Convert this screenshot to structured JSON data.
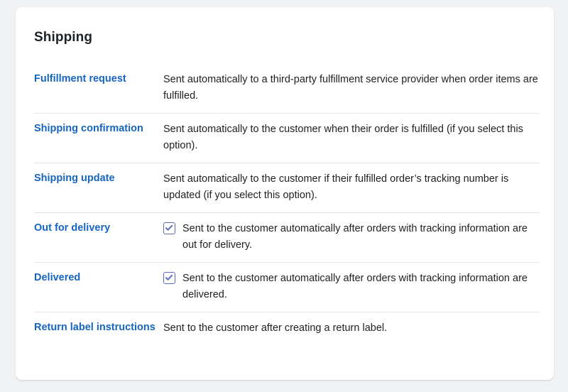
{
  "card": {
    "title": "Shipping",
    "accent_link_color": "#1665c0",
    "text_color": "#202223",
    "divider_color": "#e6e7e9",
    "checkbox_color": "#5c6ac4",
    "background_color": "#ffffff",
    "page_background_color": "#f1f2f4"
  },
  "rows": [
    {
      "label": "Fulfillment request",
      "description": "Sent automatically to a third-party fulfillment service provider when order items are fulfilled.",
      "has_checkbox": false,
      "checked": false
    },
    {
      "label": "Shipping confirmation",
      "description": "Sent automatically to the customer when their order is fulfilled (if you select this option).",
      "has_checkbox": false,
      "checked": false
    },
    {
      "label": "Shipping update",
      "description": "Sent automatically to the customer if their fulfilled order’s tracking number is updated (if you select this option).",
      "has_checkbox": false,
      "checked": false
    },
    {
      "label": "Out for delivery",
      "description": "Sent to the customer automatically after orders with tracking information are out for delivery.",
      "has_checkbox": true,
      "checked": true
    },
    {
      "label": "Delivered",
      "description": "Sent to the customer automatically after orders with tracking information are delivered.",
      "has_checkbox": true,
      "checked": true
    },
    {
      "label": "Return label instructions",
      "description": "Sent to the customer after creating a return label.",
      "has_checkbox": false,
      "checked": false
    }
  ]
}
